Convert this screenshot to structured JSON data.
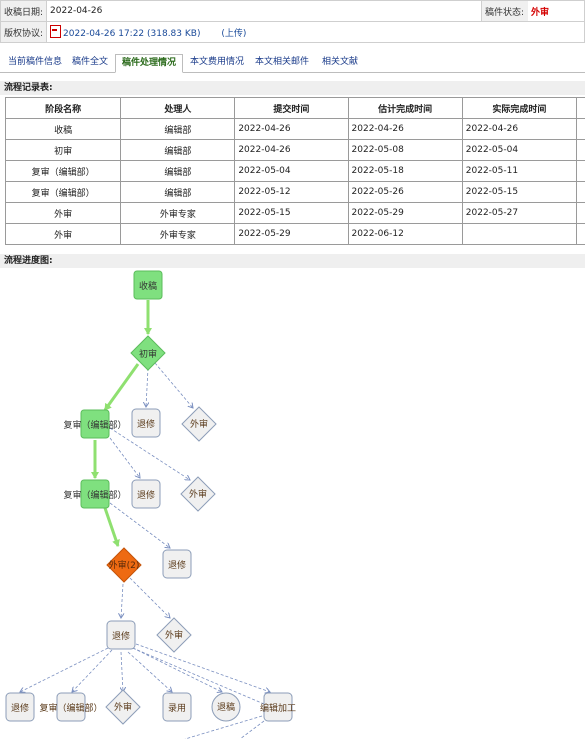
{
  "header": {
    "receive_date_label": "收稿日期:",
    "receive_date": "2022-04-26",
    "status_label": "稿件状态:",
    "status_value": "外审",
    "copyright_label": "版权协议:",
    "copyright_file": "2022-04-26 17:22 (318.83 KB)",
    "upload_label": "(上传)"
  },
  "tabs": [
    "当前稿件信息",
    "稿件全文",
    "稿件处理情况",
    "本文费用情况",
    "本文相关邮件",
    "相关文献"
  ],
  "active_tab": "稿件处理情况",
  "records": {
    "title": "流程记录表:",
    "columns": [
      "阶段名称",
      "处理人",
      "提交时间",
      "估计完成时间",
      "实际完成时间"
    ],
    "rows": [
      [
        "收稿",
        "编辑部",
        "2022-04-26",
        "2022-04-26",
        "2022-04-26"
      ],
      [
        "初审",
        "编辑部",
        "2022-04-26",
        "2022-05-08",
        "2022-05-04"
      ],
      [
        "复审（编辑部）",
        "编辑部",
        "2022-05-04",
        "2022-05-18",
        "2022-05-11"
      ],
      [
        "复审（编辑部）",
        "编辑部",
        "2022-05-12",
        "2022-05-26",
        "2022-05-15"
      ],
      [
        "外审",
        "外审专家",
        "2022-05-15",
        "2022-05-29",
        "2022-05-27"
      ],
      [
        "外审",
        "外审专家",
        "2022-05-29",
        "2022-06-12",
        ""
      ]
    ]
  },
  "flow": {
    "title": "流程进度图:",
    "colors": {
      "done": "#7fe07f",
      "current": "#ee6a12",
      "pending": "#f0f0f0",
      "border": "#8c9db8",
      "arrow_done": "#8fe070",
      "arrow_pending": "#7a8fc0"
    },
    "nodes": {
      "receive": "收稿",
      "initial": "初审",
      "retreat1": "退修",
      "external1": "外审",
      "review1": "复审（编辑部）",
      "retreat2": "退修",
      "external2": "外审",
      "review2": "复审（编辑部）",
      "retreat3": "退修",
      "external_current": "外审(2)",
      "retreat4": "退修",
      "external3": "外审",
      "b_retreat": "退修",
      "b_review": "复审（编辑部）",
      "b_external": "外审",
      "b_accept": "录用",
      "b_reject": "退稿",
      "b_edit": "编辑加工"
    }
  }
}
